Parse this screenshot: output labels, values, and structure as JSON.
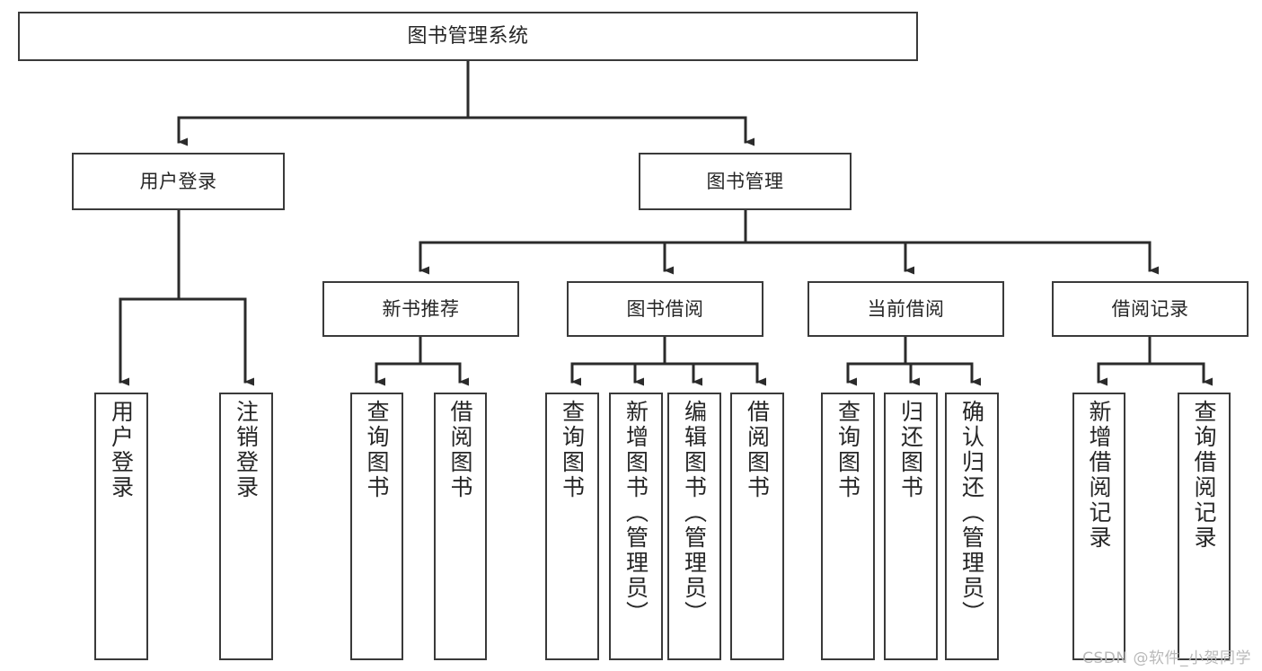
{
  "diagram": {
    "title": "图书管理系统",
    "type": "tree",
    "watermark": "CSDN @软件_小贺同学",
    "colors": {
      "stroke": "#3a3a3a",
      "fill": "#ffffff",
      "text": "#262626",
      "watermark": "#b9b9b9",
      "background": "#ffffff"
    }
  },
  "nodes": {
    "root": {
      "label": "图书管理系统"
    },
    "level2": [
      {
        "id": "user-login",
        "label": "用户登录"
      },
      {
        "id": "book-manage",
        "label": "图书管理"
      }
    ],
    "level3": [
      {
        "id": "new-book-recommend",
        "label": "新书推荐"
      },
      {
        "id": "book-borrow",
        "label": "图书借阅"
      },
      {
        "id": "current-borrow",
        "label": "当前借阅"
      },
      {
        "id": "borrow-record",
        "label": "借阅记录"
      }
    ],
    "leaves": {
      "user-login": [
        {
          "id": "leaf-user-login",
          "label": "用户登录"
        },
        {
          "id": "leaf-logout",
          "label": "注销登录"
        }
      ],
      "new-book-recommend": [
        {
          "id": "leaf-query-book-1",
          "label": "查询图书"
        },
        {
          "id": "leaf-borrow-book-1",
          "label": "借阅图书"
        }
      ],
      "book-borrow": [
        {
          "id": "leaf-query-book-2",
          "label": "查询图书"
        },
        {
          "id": "leaf-add-book",
          "label": "新增图书（管理员）"
        },
        {
          "id": "leaf-edit-book",
          "label": "编辑图书（管理员）"
        },
        {
          "id": "leaf-borrow-book-2",
          "label": "借阅图书"
        }
      ],
      "current-borrow": [
        {
          "id": "leaf-query-book-3",
          "label": "查询图书"
        },
        {
          "id": "leaf-return-book",
          "label": "归还图书"
        },
        {
          "id": "leaf-confirm-return",
          "label": "确认归还（管理员）"
        }
      ],
      "borrow-record": [
        {
          "id": "leaf-add-record",
          "label": "新增借阅记录"
        },
        {
          "id": "leaf-query-record",
          "label": "查询借阅记录"
        }
      ]
    }
  }
}
